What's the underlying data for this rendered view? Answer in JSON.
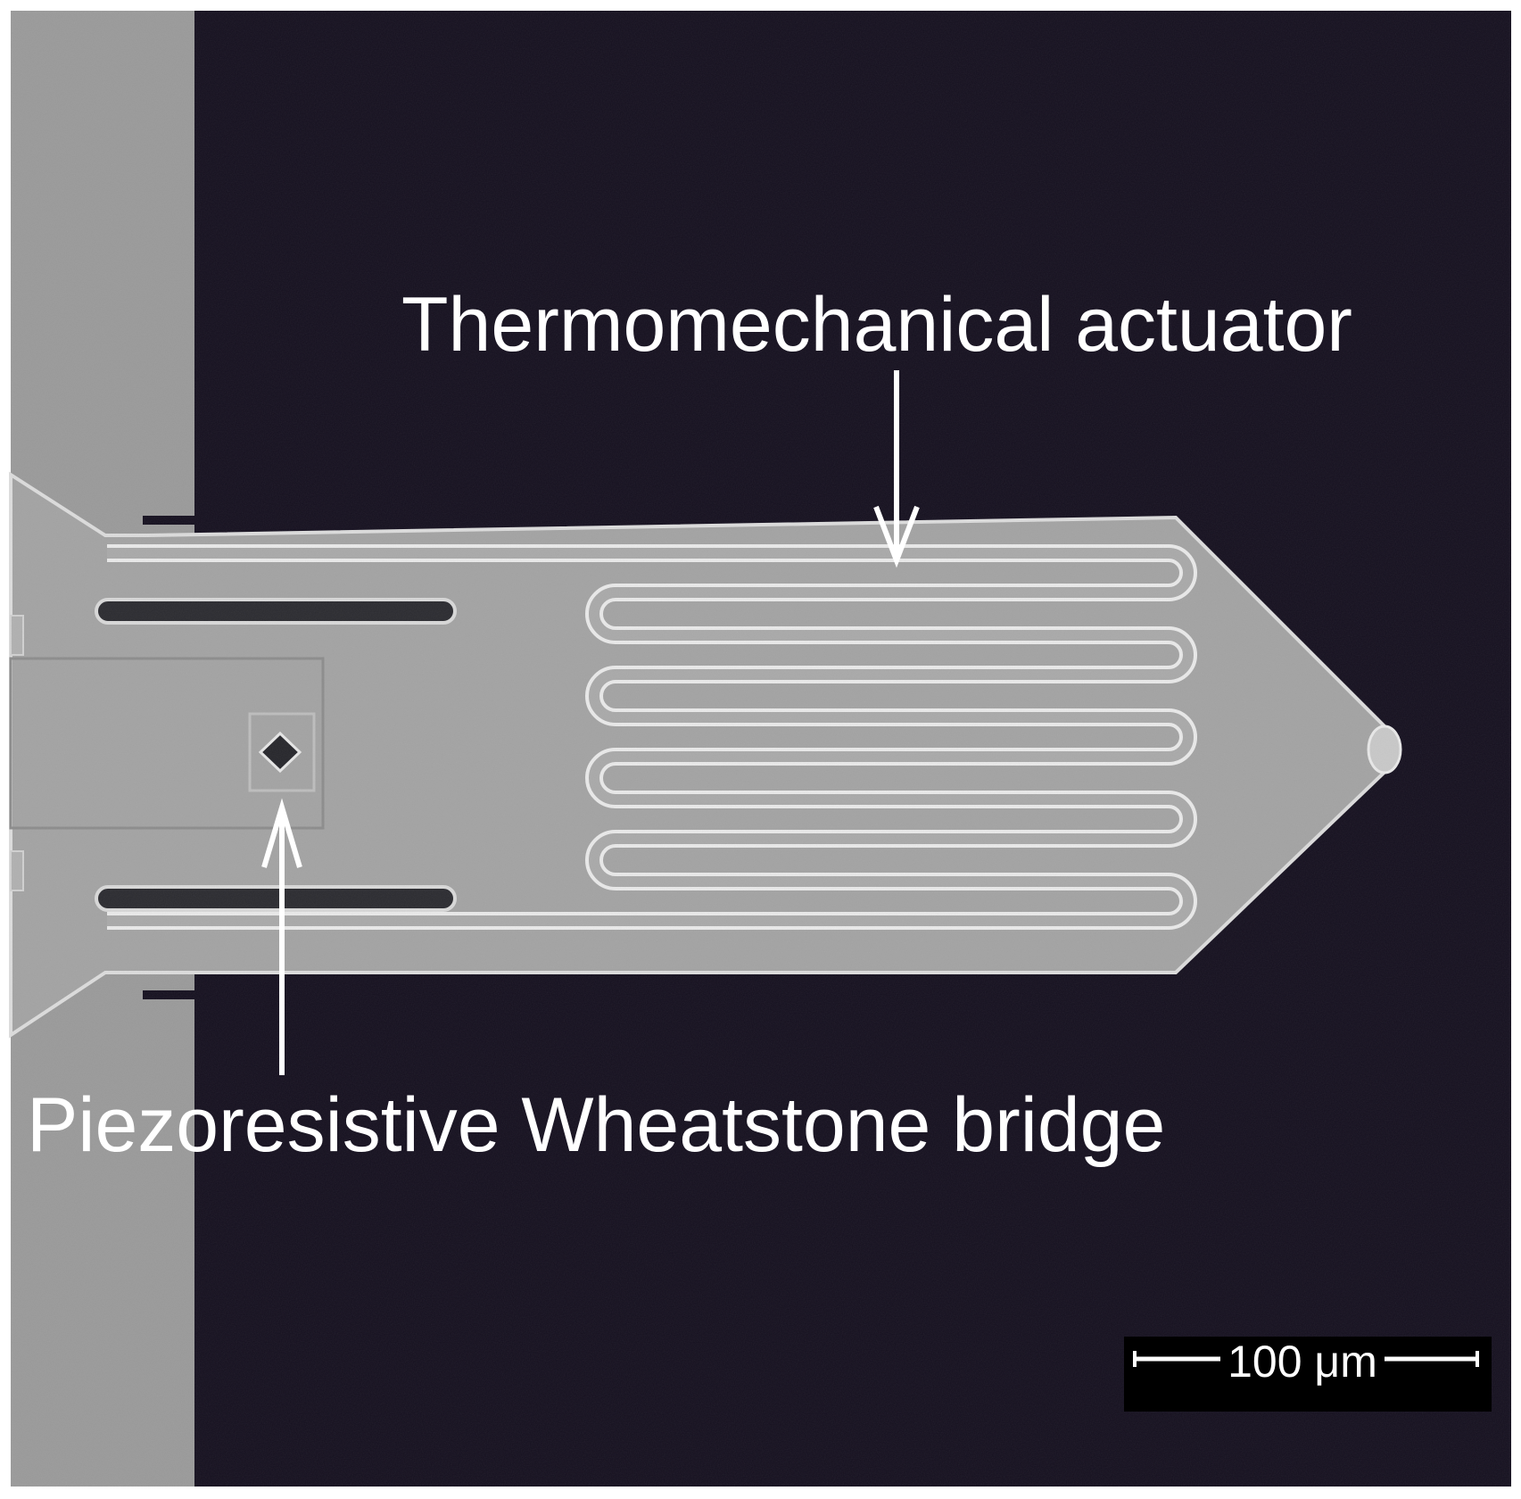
{
  "annotations": {
    "actuator_label": "Thermomechanical actuator",
    "bridge_label": "Piezoresistive Wheatstone bridge"
  },
  "scale_bar": {
    "text": "100 μm"
  },
  "colors": {
    "background": "#15101f",
    "substrate": "#9a9a9a",
    "cantilever": "#a2a2a2",
    "trace_outline": "#e6e6e6",
    "label": "#ffffff"
  }
}
